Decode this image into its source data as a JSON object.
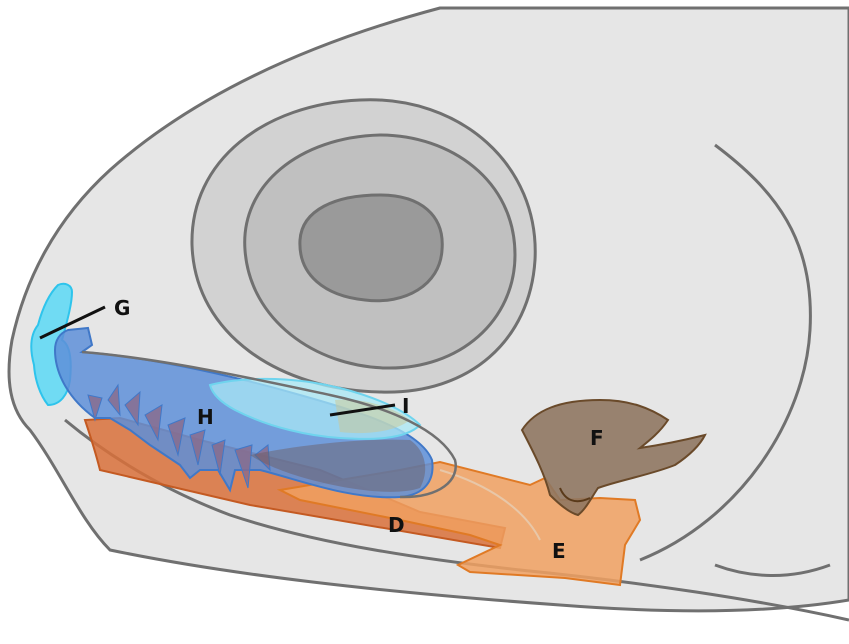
{
  "colors": {
    "background": "#ffffff",
    "head_fill": "#e6e6e6",
    "outline": "#707070",
    "eye_outer": "#d2d2d2",
    "eye_middle": "#c0c0c0",
    "eye_pupil": "#9a9a9a",
    "premaxilla_blue": "#5bd8f5",
    "maxilla_blue": "#5e8fd8",
    "translucent_cyan": "#a8e8f5",
    "dentary_orange": "#d8703a",
    "articular_orange": "#f0a060",
    "quadrate_brown": "#8f7762",
    "label_line": "#111111"
  },
  "labels": {
    "G": "G",
    "H": "H",
    "I": "I",
    "D": "D",
    "E": "E",
    "F": "F"
  }
}
